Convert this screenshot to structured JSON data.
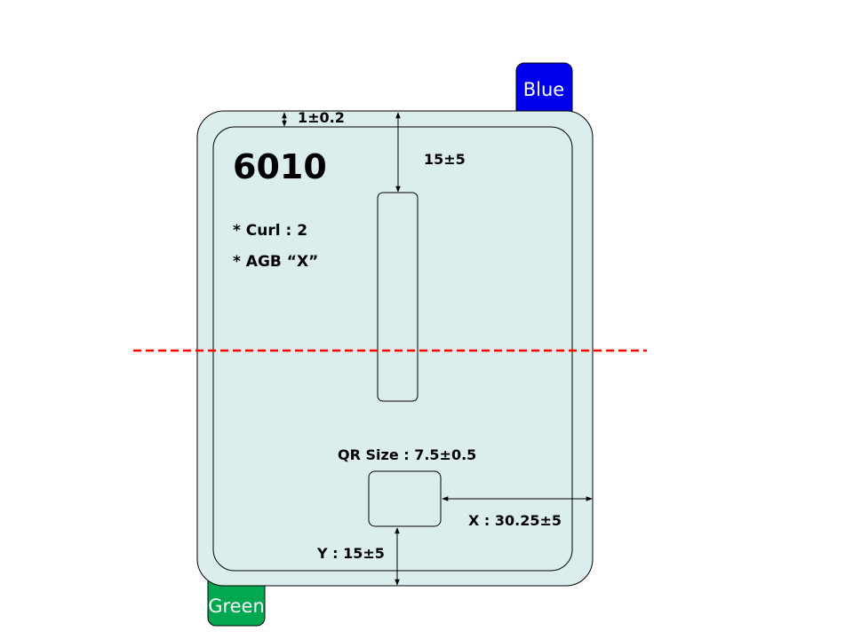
{
  "tabs": {
    "blue": {
      "label": "Blue",
      "color": "#0000ee"
    },
    "green": {
      "label": "Green",
      "color": "#00a850"
    }
  },
  "panel": {
    "fill": "#dbeded",
    "stroke": "#000000",
    "model": "6010",
    "notes": [
      "* Curl : 2",
      "* AGB “X”"
    ]
  },
  "dimensions": {
    "edge_margin": "1±0.2",
    "slot_top": "15±5",
    "qr_size": "QR Size : 7.5±0.5",
    "qr_x": "X : 30.25±5",
    "qr_y": "Y : 15±5"
  },
  "cut_line": {
    "color": "#ff0000",
    "style": "dashed"
  }
}
